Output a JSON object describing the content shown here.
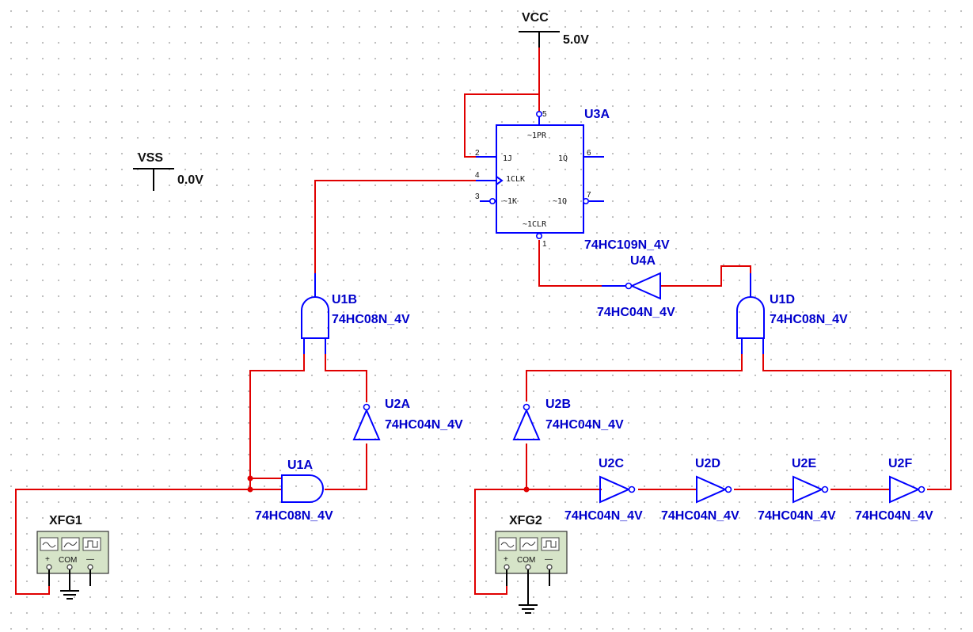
{
  "power": {
    "vcc": {
      "name": "VCC",
      "value": "5.0V"
    },
    "vss": {
      "name": "VSS",
      "value": "0.0V"
    }
  },
  "flipflop": {
    "ref": "U3A",
    "part": "74HC109N_4V",
    "pins": {
      "pr": "~1PR",
      "j": "1J",
      "clk": "1CLK",
      "k": "~1K",
      "q": "1Q",
      "qn": "~1Q",
      "clr": "~1CLR"
    },
    "pin_numbers": {
      "pr": "5",
      "j": "2",
      "clk": "4",
      "k": "3",
      "q": "6",
      "qn": "7",
      "clr": "1"
    }
  },
  "gates": {
    "U1A": {
      "ref": "U1A",
      "part": "74HC08N_4V"
    },
    "U1B": {
      "ref": "U1B",
      "part": "74HC08N_4V"
    },
    "U1D": {
      "ref": "U1D",
      "part": "74HC08N_4V"
    },
    "U2A": {
      "ref": "U2A",
      "part": "74HC04N_4V"
    },
    "U2B": {
      "ref": "U2B",
      "part": "74HC04N_4V"
    },
    "U2C": {
      "ref": "U2C",
      "part": "74HC04N_4V"
    },
    "U2D": {
      "ref": "U2D",
      "part": "74HC04N_4V"
    },
    "U2E": {
      "ref": "U2E",
      "part": "74HC04N_4V"
    },
    "U2F": {
      "ref": "U2F",
      "part": "74HC04N_4V"
    },
    "U4A": {
      "ref": "U4A",
      "part": "74HC04N_4V"
    }
  },
  "generators": {
    "XFG1": {
      "name": "XFG1",
      "plus": "+",
      "com": "COM",
      "minus": "—"
    },
    "XFG2": {
      "name": "XFG2",
      "plus": "+",
      "com": "COM",
      "minus": "—"
    }
  },
  "colors": {
    "wire": "#e00000",
    "component": "#0000ff",
    "label": "#0000cc",
    "generator": "#d6e4c8"
  }
}
